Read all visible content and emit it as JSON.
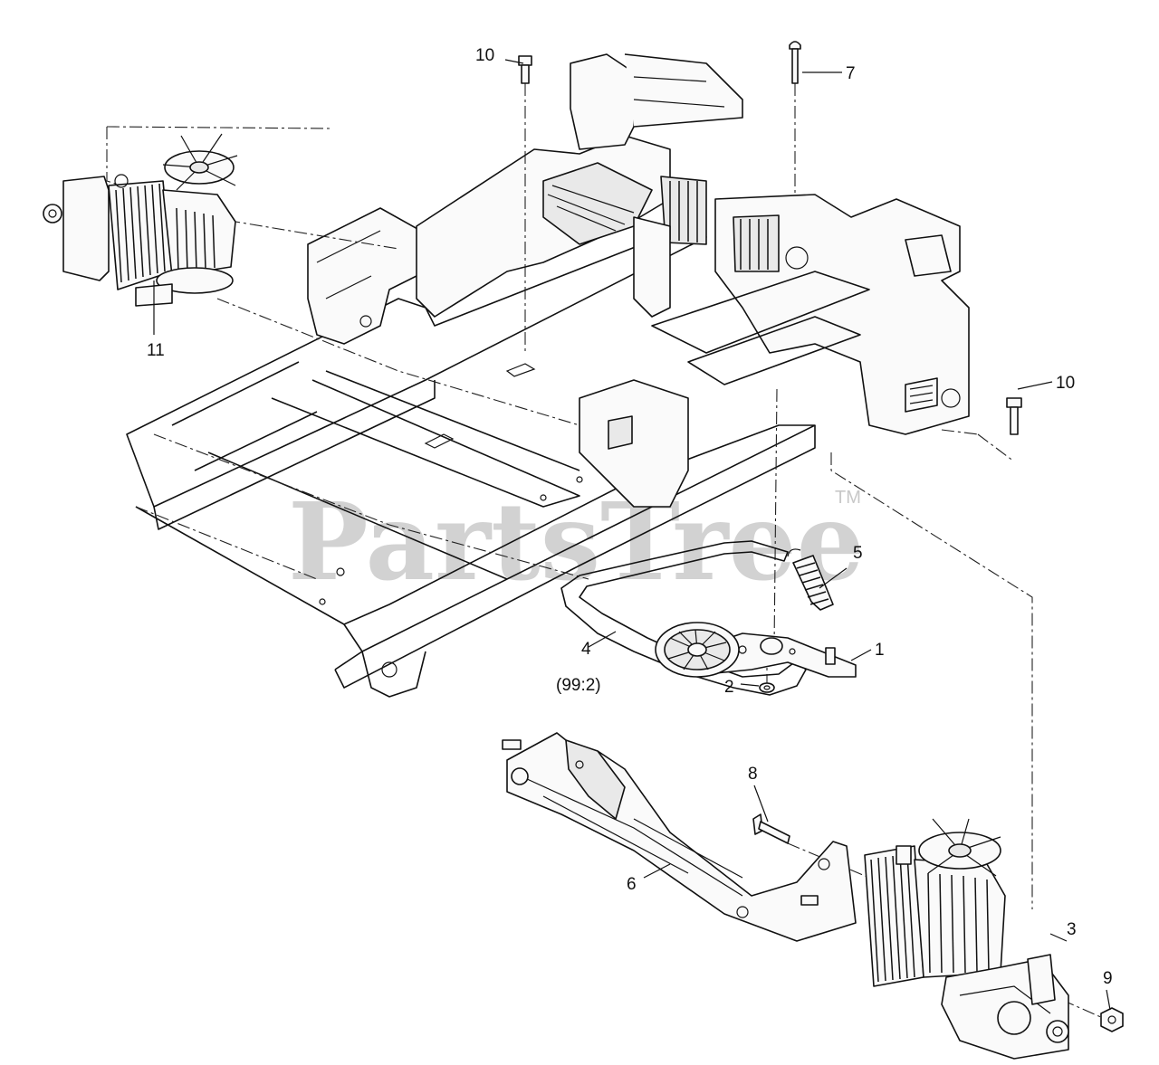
{
  "watermark": {
    "brand": "PartsTree",
    "trademark": "TM"
  },
  "callouts": {
    "c1": "1",
    "c2": "2",
    "c3": "3",
    "c4": "4",
    "c4_sub": "(99:2)",
    "c5": "5",
    "c6": "6",
    "c7": "7",
    "c8": "8",
    "c9": "9",
    "c10a": "10",
    "c10b": "10",
    "c11": "11"
  }
}
